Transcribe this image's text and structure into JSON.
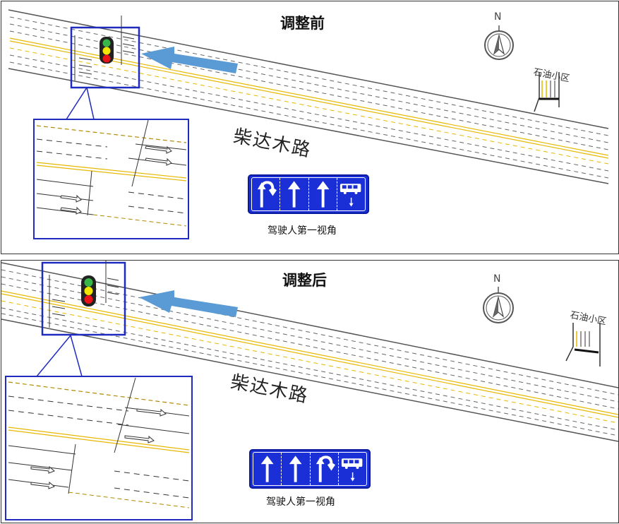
{
  "before": {
    "title": "调整前",
    "road_name": "柴达木路",
    "community_label": "石油小区",
    "sign_caption": "驾驶人第一视角",
    "sign_lanes": [
      "left-uturn-arrow",
      "straight-arrow",
      "straight-arrow",
      "bus-lane"
    ]
  },
  "after": {
    "title": "调整后",
    "road_name": "柴达木路",
    "community_label": "石油小区",
    "sign_caption": "驾驶人第一视角",
    "sign_lanes": [
      "straight-arrow",
      "straight-arrow",
      "left-uturn-arrow",
      "bus-lane"
    ]
  },
  "compass_letter": "N",
  "colors": {
    "sign_blue": "#1b2fd6",
    "highlight_box": "#1f2bbf",
    "direction_arrow": "#5b9bd5",
    "yellow_line": "#e6b800",
    "signal_red": "#e8141a",
    "signal_yellow": "#f2e600",
    "signal_green": "#39b54a"
  }
}
